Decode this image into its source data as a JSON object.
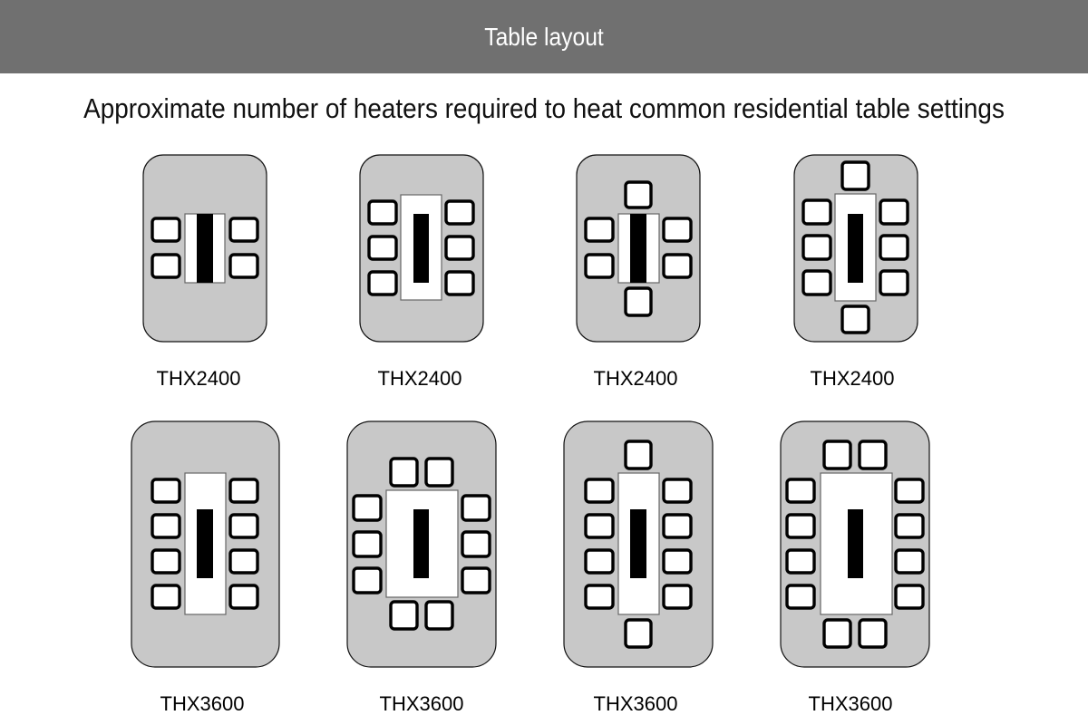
{
  "header": {
    "title": "Table layout"
  },
  "subtitle": "Approximate number of heaters required to heat common residential table settings",
  "colors": {
    "header_bg": "#707070",
    "zone": "#c8c8c8",
    "heater": "#000000"
  },
  "layouts": [
    {
      "label": "THX2400",
      "seats": 4,
      "heaters": 1
    },
    {
      "label": "THX2400",
      "seats": 6,
      "heaters": 1
    },
    {
      "label": "THX2400",
      "seats": 6,
      "heaters": 1
    },
    {
      "label": "THX2400",
      "seats": 8,
      "heaters": 1
    },
    {
      "label": "THX3600",
      "seats": 8,
      "heaters": 1
    },
    {
      "label": "THX3600",
      "seats": 10,
      "heaters": 1
    },
    {
      "label": "THX3600",
      "seats": 10,
      "heaters": 1
    },
    {
      "label": "THX3600",
      "seats": 12,
      "heaters": 1
    }
  ]
}
